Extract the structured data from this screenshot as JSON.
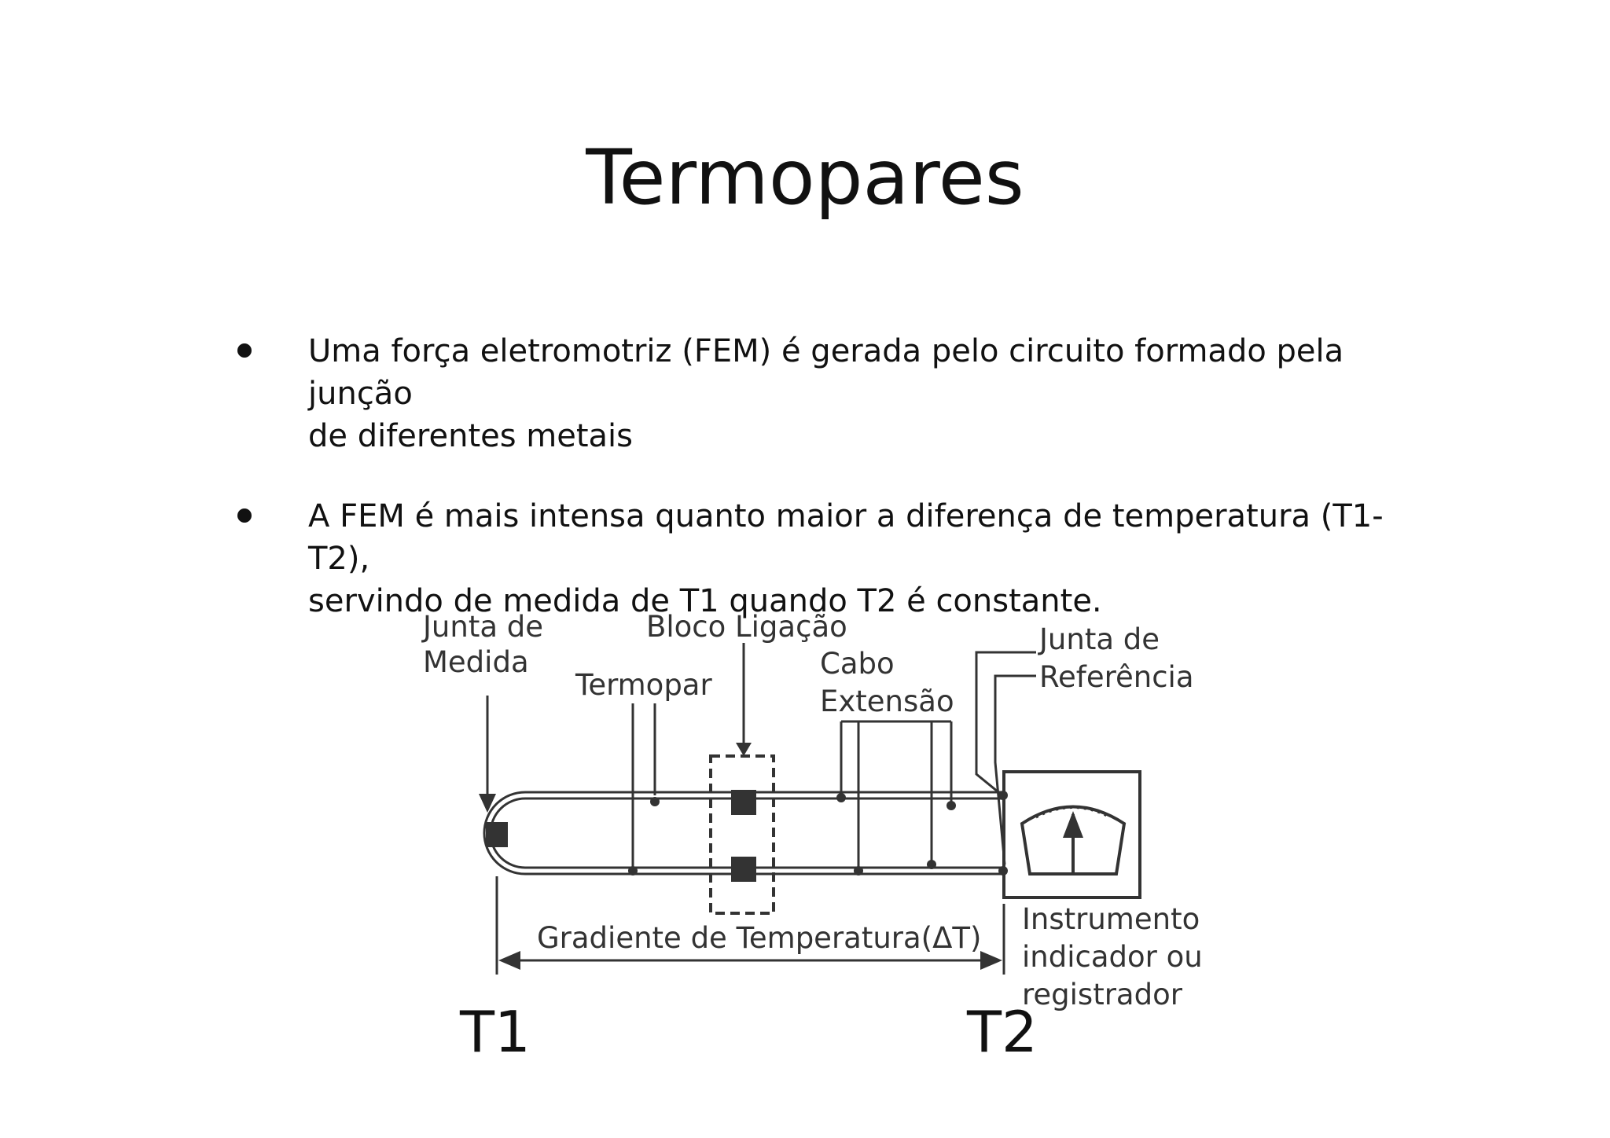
{
  "title": "Termopares",
  "bullets": [
    {
      "line1": "Uma força eletromotriz (FEM) é gerada pelo circuito formado pela junção",
      "line2": "de diferentes metais"
    },
    {
      "line1": "A FEM é mais intensa quanto maior a diferença de temperatura (T1-T2),",
      "line2": "servindo de medida de T1 quando T2 é constante."
    }
  ],
  "diagram": {
    "junta_medida": [
      "Junta de",
      "Medida"
    ],
    "bloco_ligacao": "Bloco Ligação",
    "termopar": "Termopar",
    "cabo_extensao": [
      "Cabo",
      "Extensão"
    ],
    "junta_referencia": [
      "Junta de",
      "Referência"
    ],
    "gradiente": "Gradiente de Temperatura(ΔT)",
    "instrumento": [
      "Instrumento",
      "indicador ou",
      "registrador"
    ],
    "t1": "T1",
    "t2": "T2"
  }
}
